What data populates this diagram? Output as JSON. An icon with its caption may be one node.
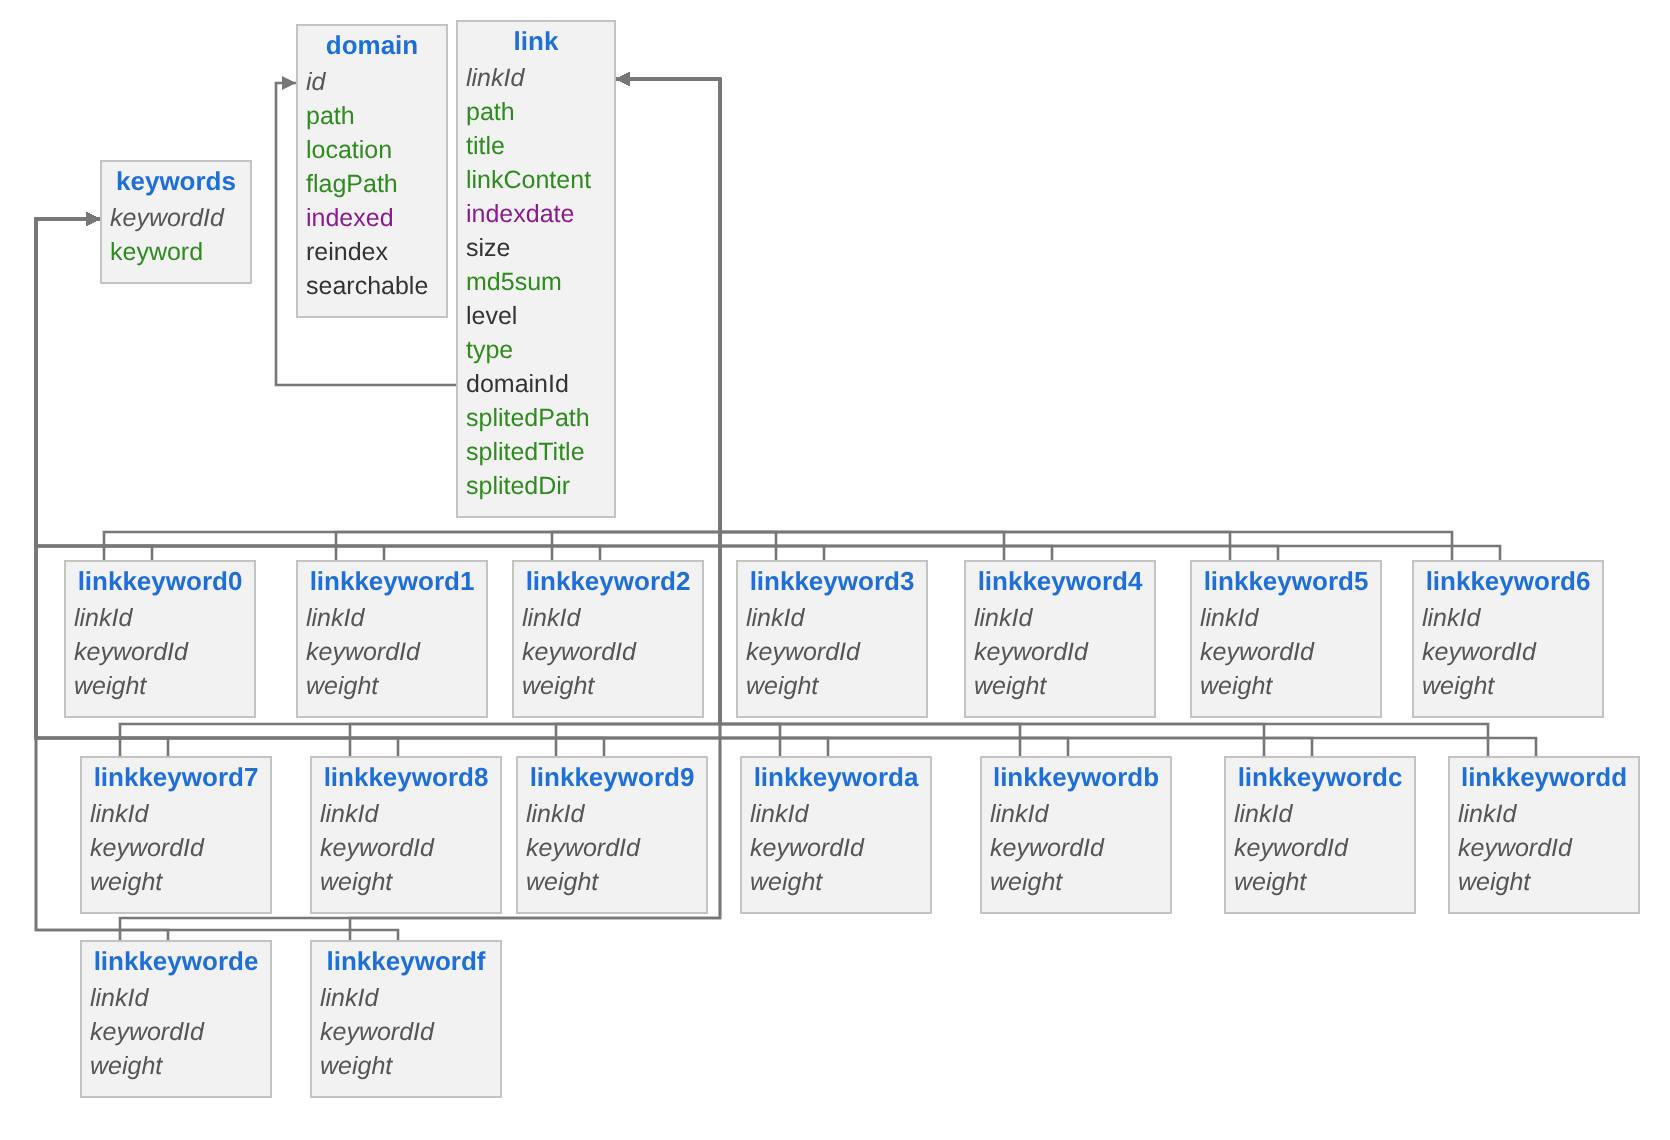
{
  "diagram": {
    "nodes": [
      {
        "text": [
          "domain",
          "id",
          "path",
          "location",
          "flagPath",
          "indexed",
          "reindex",
          "searchable"
        ]
      },
      {
        "text": [
          "link",
          "linkId",
          "path",
          "title",
          "linkContent",
          "indexdate",
          "size",
          "md5sum",
          "level",
          "type",
          "domainId",
          "splitedPath",
          "splitedTitle",
          "splitedDir"
        ]
      },
      {
        "text": [
          "keywords",
          "keywordId",
          "keyword"
        ]
      },
      {
        "text": [
          "linkkeyword0",
          "linkId",
          "keywordId",
          "weight"
        ]
      },
      {
        "text": [
          "linkkeyword1",
          "linkId",
          "keywordId",
          "weight"
        ]
      },
      {
        "text": [
          "linkkeyword2",
          "linkId",
          "keywordId",
          "weight"
        ]
      },
      {
        "text": [
          "linkkeyword3",
          "linkId",
          "keywordId",
          "weight"
        ]
      },
      {
        "text": [
          "linkkeyword4",
          "linkId",
          "keywordId",
          "weight"
        ]
      },
      {
        "text": [
          "linkkeyword5",
          "linkId",
          "keywordId",
          "weight"
        ]
      },
      {
        "text": [
          "linkkeyword6",
          "linkId",
          "keywordId",
          "weight"
        ]
      },
      {
        "text": [
          "linkkeyword7",
          "linkId",
          "keywordId",
          "weight"
        ]
      },
      {
        "text": [
          "linkkeyword8",
          "linkId",
          "keywordId",
          "weight"
        ]
      },
      {
        "text": [
          "linkkeyword9",
          "linkId",
          "keywordId",
          "weight"
        ]
      },
      {
        "text": [
          "linkkeyworda",
          "linkId",
          "keywordId",
          "weight"
        ]
      },
      {
        "text": [
          "linkkeywordb",
          "linkId",
          "keywordId",
          "weight"
        ]
      },
      {
        "text": [
          "linkkeywordc",
          "linkId",
          "keywordId",
          "weight"
        ]
      },
      {
        "text": [
          "linkkeywordd",
          "linkId",
          "keywordId",
          "weight"
        ]
      },
      {
        "text": [
          "linkkeyworde",
          "linkId",
          "keywordId",
          "weight"
        ]
      },
      {
        "text": [
          "linkkeywordf",
          "linkId",
          "keywordId",
          "weight"
        ]
      }
    ],
    "edges": [
      {
        "from": 1,
        "to": 0,
        "arrow": "to"
      },
      {
        "from": 3,
        "to": 1,
        "arrow": "to"
      },
      {
        "from": 3,
        "to": 2,
        "arrow": "to"
      },
      {
        "from": 4,
        "to": 1,
        "arrow": "to"
      },
      {
        "from": 4,
        "to": 2,
        "arrow": "to"
      },
      {
        "from": 5,
        "to": 1,
        "arrow": "to"
      },
      {
        "from": 5,
        "to": 2,
        "arrow": "to"
      },
      {
        "from": 6,
        "to": 1,
        "arrow": "to"
      },
      {
        "from": 6,
        "to": 2,
        "arrow": "to"
      },
      {
        "from": 7,
        "to": 1,
        "arrow": "to"
      },
      {
        "from": 7,
        "to": 2,
        "arrow": "to"
      },
      {
        "from": 8,
        "to": 1,
        "arrow": "to"
      },
      {
        "from": 8,
        "to": 2,
        "arrow": "to"
      },
      {
        "from": 9,
        "to": 1,
        "arrow": "to"
      },
      {
        "from": 9,
        "to": 2,
        "arrow": "to"
      },
      {
        "from": 10,
        "to": 1,
        "arrow": "to"
      },
      {
        "from": 10,
        "to": 2,
        "arrow": "to"
      },
      {
        "from": 11,
        "to": 1,
        "arrow": "to"
      },
      {
        "from": 11,
        "to": 2,
        "arrow": "to"
      },
      {
        "from": 12,
        "to": 1,
        "arrow": "to"
      },
      {
        "from": 12,
        "to": 2,
        "arrow": "to"
      },
      {
        "from": 13,
        "to": 1,
        "arrow": "to"
      },
      {
        "from": 13,
        "to": 2,
        "arrow": "to"
      },
      {
        "from": 14,
        "to": 1,
        "arrow": "to"
      },
      {
        "from": 14,
        "to": 2,
        "arrow": "to"
      },
      {
        "from": 15,
        "to": 1,
        "arrow": "to"
      },
      {
        "from": 15,
        "to": 2,
        "arrow": "to"
      },
      {
        "from": 16,
        "to": 1,
        "arrow": "to"
      },
      {
        "from": 16,
        "to": 2,
        "arrow": "to"
      },
      {
        "from": 17,
        "to": 1,
        "arrow": "to"
      },
      {
        "from": 17,
        "to": 2,
        "arrow": "to"
      },
      {
        "from": 18,
        "to": 1,
        "arrow": "to"
      },
      {
        "from": 18,
        "to": 2,
        "arrow": "to"
      }
    ]
  }
}
